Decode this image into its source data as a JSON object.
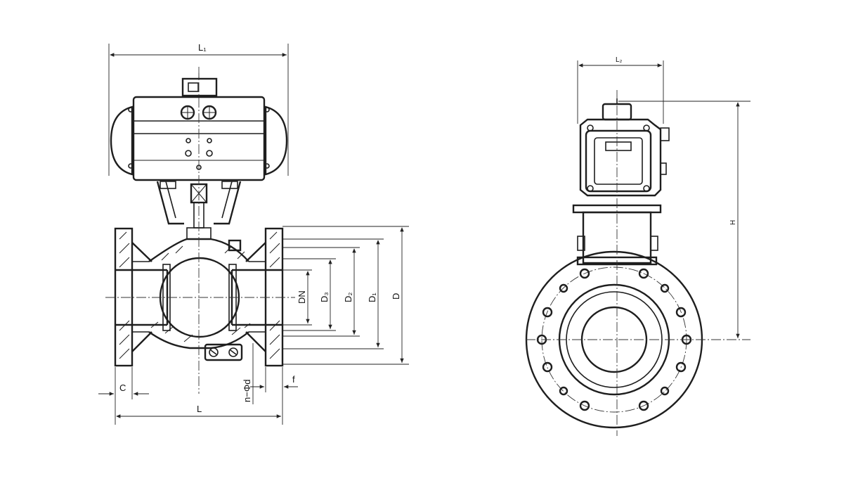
{
  "labels": {
    "L1": "L₁",
    "L": "L",
    "C": "C",
    "f": "f",
    "nPhid": "n−Φd",
    "DN": "DN",
    "D3": "D₃",
    "D2": "D₂",
    "D1": "D₁",
    "D": "D",
    "L2": "L₂",
    "H": "H"
  }
}
